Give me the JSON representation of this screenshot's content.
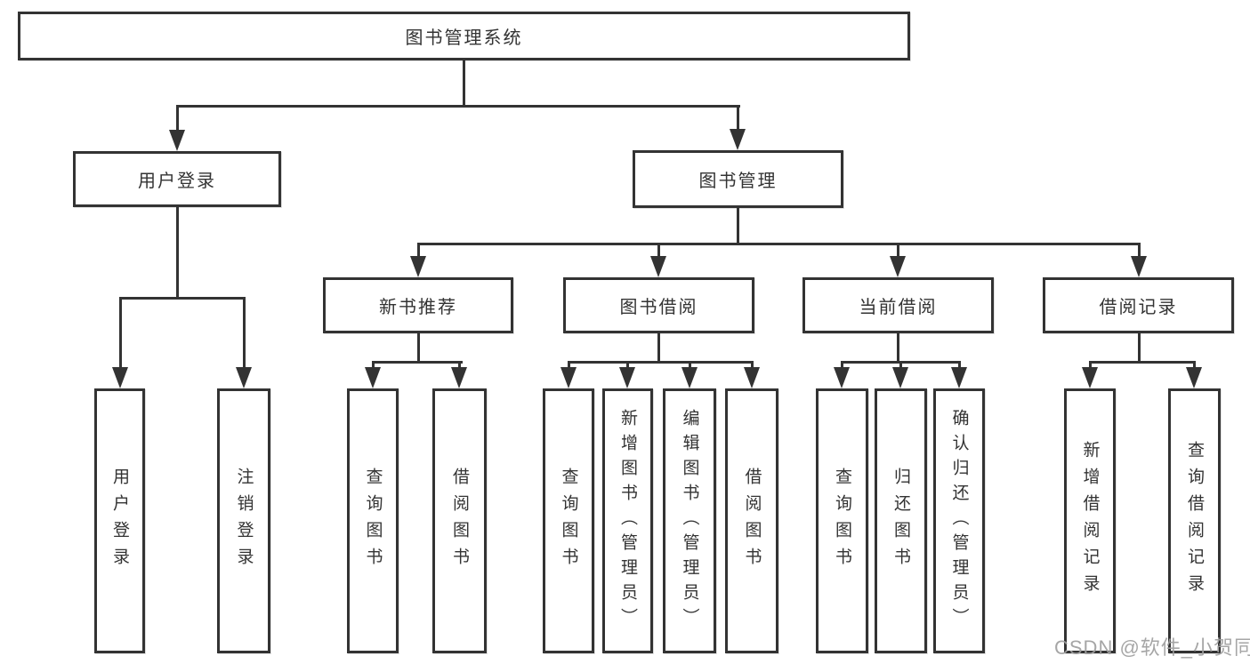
{
  "diagram": {
    "type": "function-structure-chart",
    "line_color": "#333333",
    "background_color": "#ffffff",
    "watermark": "CSDN @软件_小贺同学",
    "tree": {
      "root": {
        "label": "图书管理系统"
      },
      "level2": [
        {
          "id": "user-login",
          "label": "用户登录"
        },
        {
          "id": "book-management",
          "label": "图书管理"
        }
      ],
      "level3": [
        {
          "id": "new-book-recommend",
          "label": "新书推荐",
          "parent": "图书管理"
        },
        {
          "id": "book-borrow",
          "label": "图书借阅",
          "parent": "图书管理"
        },
        {
          "id": "current-borrow",
          "label": "当前借阅",
          "parent": "图书管理"
        },
        {
          "id": "borrow-record",
          "label": "借阅记录",
          "parent": "图书管理"
        }
      ],
      "leaves": [
        {
          "id": "leaf-user-login",
          "label": "用户登录",
          "parent": "用户登录"
        },
        {
          "id": "leaf-logout",
          "label": "注销登录",
          "parent": "用户登录"
        },
        {
          "id": "leaf-query-book-1",
          "label": "查询图书",
          "parent": "新书推荐"
        },
        {
          "id": "leaf-borrow-book-1",
          "label": "借阅图书",
          "parent": "新书推荐"
        },
        {
          "id": "leaf-query-book-2",
          "label": "查询图书",
          "parent": "图书借阅"
        },
        {
          "id": "leaf-add-book",
          "label": "新增图书（管理员）",
          "parent": "图书借阅"
        },
        {
          "id": "leaf-edit-book",
          "label": "编辑图书（管理员）",
          "parent": "图书借阅"
        },
        {
          "id": "leaf-borrow-book-2",
          "label": "借阅图书",
          "parent": "图书借阅"
        },
        {
          "id": "leaf-query-book-3",
          "label": "查询图书",
          "parent": "当前借阅"
        },
        {
          "id": "leaf-return-book",
          "label": "归还图书",
          "parent": "当前借阅"
        },
        {
          "id": "leaf-confirm-return",
          "label": "确认归还（管理员）",
          "parent": "当前借阅"
        },
        {
          "id": "leaf-add-borrow-record",
          "label": "新增借阅记录",
          "parent": "借阅记录"
        },
        {
          "id": "leaf-query-borrow-record",
          "label": "查询借阅记录",
          "parent": "借阅记录"
        }
      ]
    }
  }
}
